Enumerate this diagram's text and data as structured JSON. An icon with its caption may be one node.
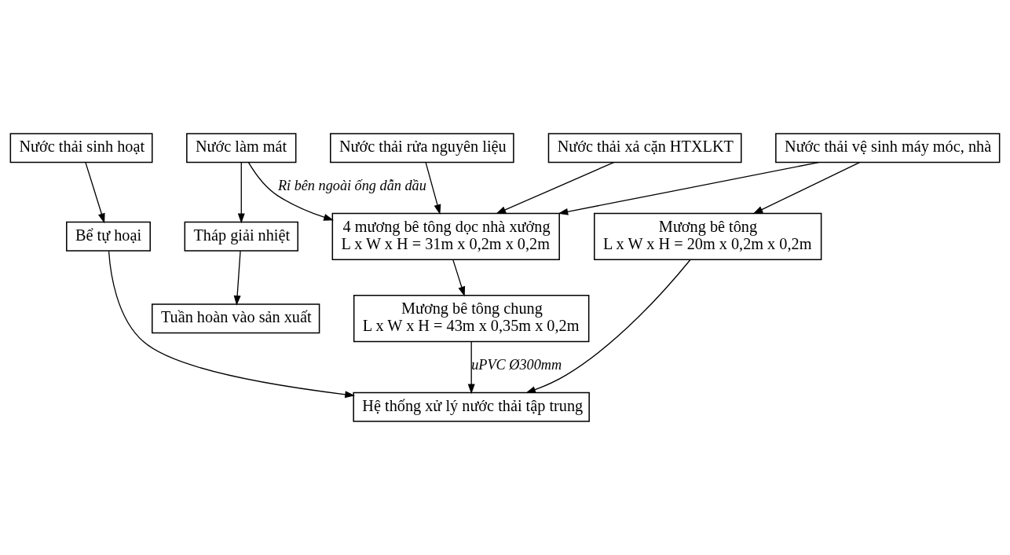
{
  "diagram": {
    "nodes": [
      {
        "text": [
          "Nước thải sinh hoạt"
        ]
      },
      {
        "text": [
          "Nước làm mát"
        ]
      },
      {
        "text": [
          "Nước thải rửa nguyên liệu"
        ]
      },
      {
        "text": [
          "Nước thải xả cặn HTXLKT"
        ]
      },
      {
        "text": [
          "Nước thải vệ sinh máy móc, nhà"
        ]
      },
      {
        "text": [
          "Bể tự hoại"
        ]
      },
      {
        "text": [
          "Tháp giải nhiệt"
        ]
      },
      {
        "text": [
          "4 mương bê tông dọc nhà xưởng",
          "L x W x H = 31m x 0,2m x 0,2m"
        ]
      },
      {
        "text": [
          "Mương bê tông",
          "L x W x H = 20m x 0,2m x 0,2m"
        ]
      },
      {
        "text": [
          "Tuần hoàn vào sản xuất"
        ]
      },
      {
        "text": [
          "Mương bê tông chung",
          "L x W x H = 43m x 0,35m x 0,2m"
        ]
      },
      {
        "text": [
          "Hệ thống xử lý nước thải tập trung"
        ]
      }
    ],
    "edges": [
      {
        "from": 0,
        "to": 5,
        "arrow": "to"
      },
      {
        "from": 1,
        "to": 6,
        "arrow": "to"
      },
      {
        "from": 1,
        "to": 7,
        "arrow": "to",
        "label": "Rỉ bên ngoài ống dẫn dầu"
      },
      {
        "from": 2,
        "to": 7,
        "arrow": "to"
      },
      {
        "from": 3,
        "to": 7,
        "arrow": "to"
      },
      {
        "from": 4,
        "to": 7,
        "arrow": "to"
      },
      {
        "from": 4,
        "to": 8,
        "arrow": "to"
      },
      {
        "from": 6,
        "to": 9,
        "arrow": "to"
      },
      {
        "from": 7,
        "to": 10,
        "arrow": "to"
      },
      {
        "from": 10,
        "to": 11,
        "arrow": "to",
        "label": "uPVC Ø300mm"
      },
      {
        "from": 5,
        "to": 11,
        "arrow": "to"
      },
      {
        "from": 8,
        "to": 11,
        "arrow": "to"
      }
    ]
  }
}
